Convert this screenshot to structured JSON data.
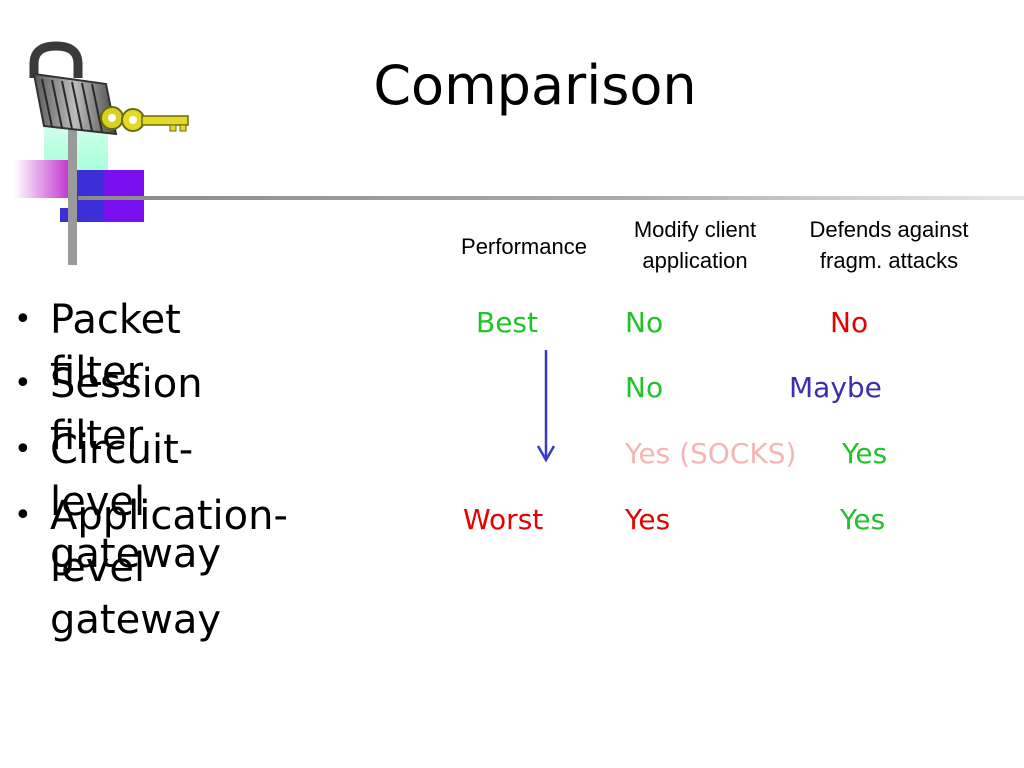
{
  "slide": {
    "title": "Comparison"
  },
  "headers": {
    "performance": "Performance",
    "modify_client": "Modify client\napplication",
    "defends": "Defends against\nfragm. attacks"
  },
  "rows": [
    {
      "label": "Packet filter",
      "performance": "Best",
      "modify": "No",
      "defends": "No"
    },
    {
      "label": "Session filter",
      "modify": "No",
      "defends": "Maybe"
    },
    {
      "label": "Circuit-level gateway",
      "modify": "Yes (SOCKS)",
      "defends": "Yes"
    },
    {
      "label": "Application-level\ngateway",
      "performance": "Worst",
      "modify": "Yes",
      "defends": "Yes"
    }
  ],
  "bullet_symbol": "•",
  "icons": {
    "logo": "padlock-with-keys-icon",
    "arrow": "down-arrow-icon"
  },
  "colors": {
    "green": "#22c22a",
    "red": "#e60000",
    "blue": "#3a2fb0",
    "pink": "#f5b5b5",
    "rule_gray": "#9a9a9a",
    "arrow_blue": "#3a3ac8"
  }
}
